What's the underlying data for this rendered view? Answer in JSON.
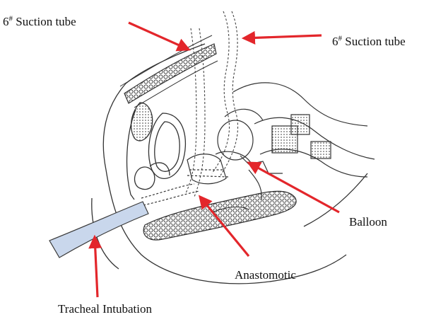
{
  "labels": {
    "suction_left": {
      "prefix": "6",
      "superscript": "#",
      "text": " Suction tube"
    },
    "suction_right": {
      "prefix": "6",
      "superscript": "#",
      "text": " Suction tube"
    },
    "balloon": "Balloon",
    "anastomotic": "Anastomotic",
    "tracheal": "Tracheal Intubation"
  },
  "colors": {
    "arrow": "#e3262b",
    "outline": "#333333",
    "tube_fill": "#c9d7ec",
    "tube_stroke": "#3a3a3a"
  }
}
